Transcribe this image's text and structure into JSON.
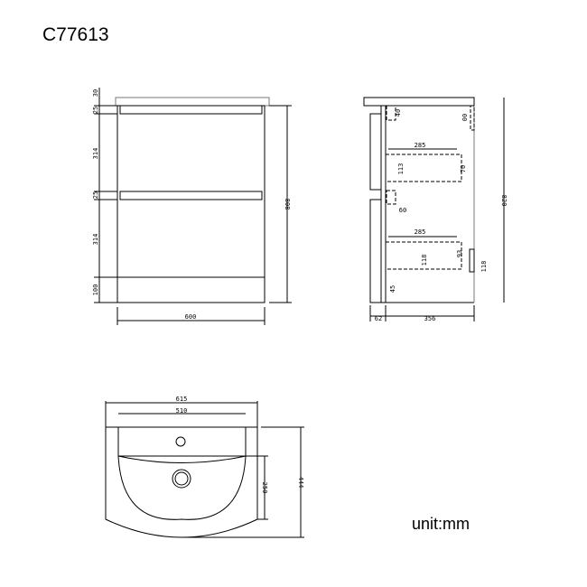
{
  "title": "C77613",
  "unit_label": "unit:mm",
  "front_view": {
    "top_thickness": "30",
    "rail_top": "25",
    "drawer_top": "314",
    "rail_mid": "25",
    "drawer_bottom": "314",
    "plinth": "100",
    "height": "808",
    "width": "600"
  },
  "side_view": {
    "top_offset": "40",
    "back_offset": "00",
    "drawer_depth_top": "285",
    "drawer_inner_top": "113",
    "drawer_side_top": "70",
    "handle_top": "60",
    "drawer_depth_bottom": "285",
    "drawer_inner_bottom": "118",
    "drawer_side_bottom": "93",
    "leg": "118",
    "plinth_offset": "45",
    "height": "820",
    "front_depth": "62",
    "body_depth": "356"
  },
  "basin_view": {
    "overall_width": "615",
    "bowl_width": "510",
    "bowl_depth": "250",
    "overall_depth": "444"
  }
}
